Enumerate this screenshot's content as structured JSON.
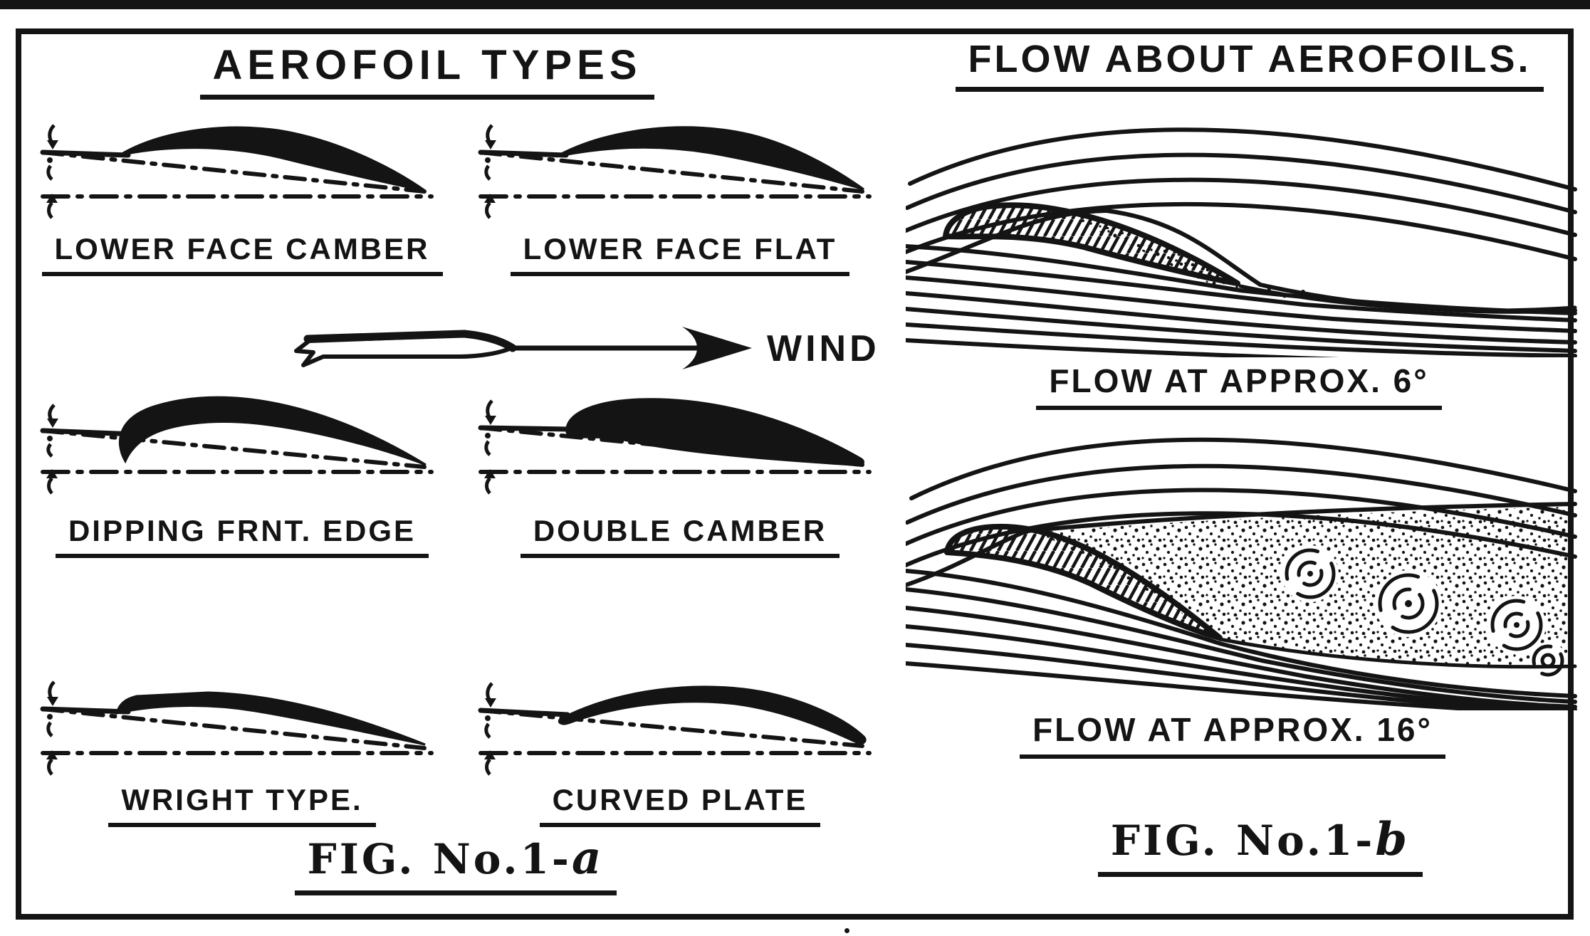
{
  "page": {
    "background": "#ffffff",
    "ink": "#141414"
  },
  "left_panel": {
    "title": "AEROFOIL TYPES",
    "airfoils": [
      {
        "label": "LOWER FACE CAMBER"
      },
      {
        "label": "LOWER FACE FLAT"
      },
      {
        "label": "DIPPING FRNT. EDGE"
      },
      {
        "label": "DOUBLE CAMBER"
      },
      {
        "label": "WRIGHT TYPE."
      },
      {
        "label": "CURVED PLATE"
      }
    ],
    "wind_label": "WIND",
    "fig_caption": {
      "text": "FIG. No.1-",
      "suffix": "a"
    }
  },
  "right_panel": {
    "title": "FLOW ABOUT AEROFOILS.",
    "flow_diagrams": [
      {
        "label": "FLOW AT APPROX. 6°"
      },
      {
        "label": "FLOW AT APPROX. 16°"
      }
    ],
    "fig_caption": {
      "text": "FIG. No.1-",
      "suffix": "b"
    }
  }
}
